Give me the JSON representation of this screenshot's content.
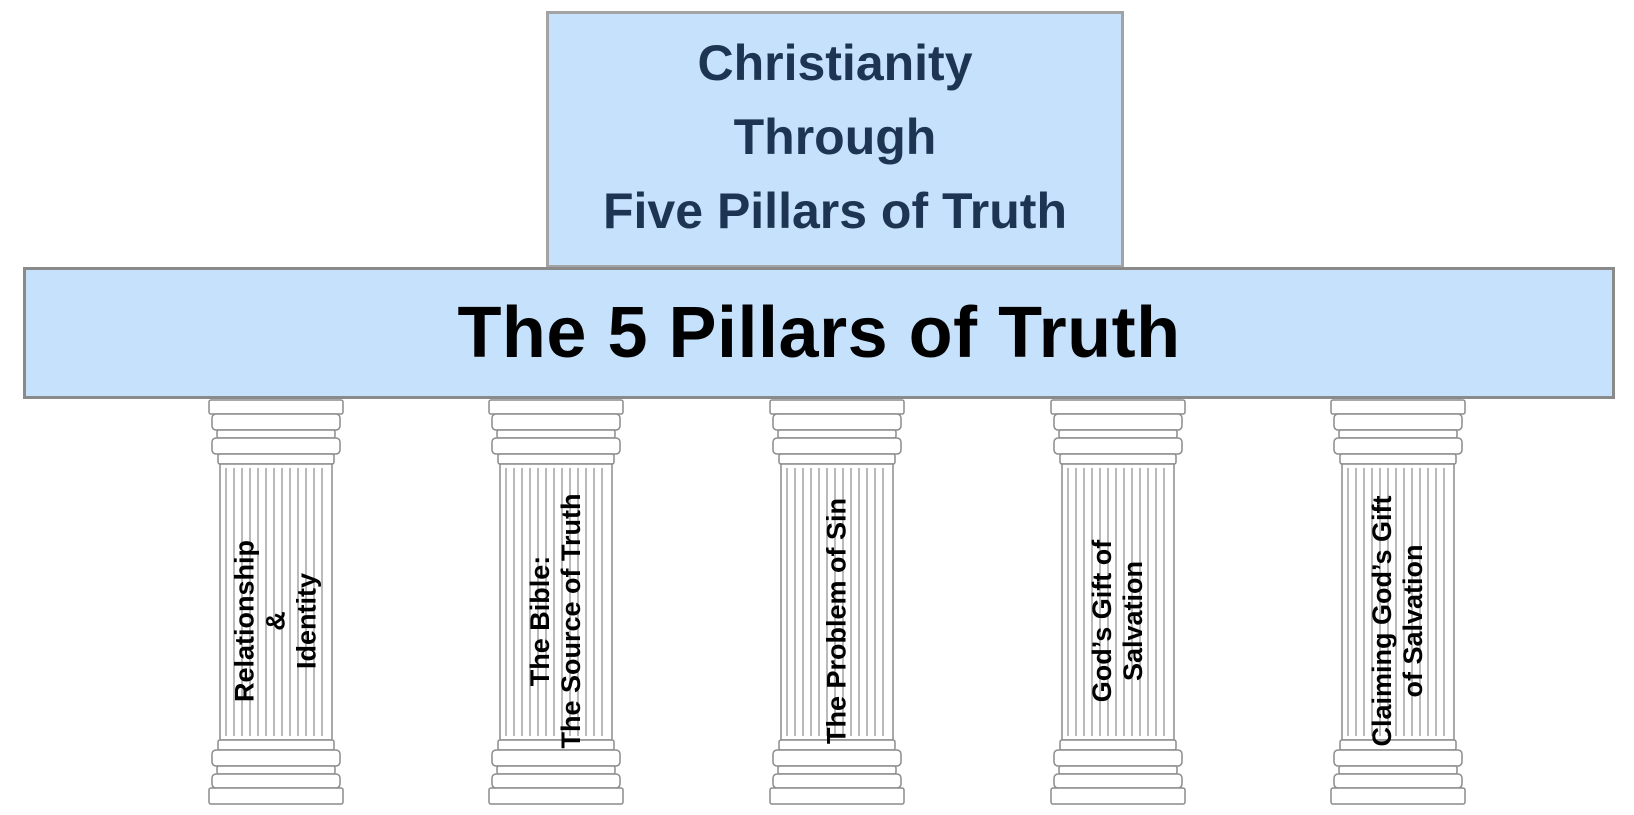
{
  "header": {
    "lines": [
      "Christianity",
      "Through",
      "Five Pillars of Truth"
    ]
  },
  "banner": {
    "title": "The 5 Pillars of Truth"
  },
  "pillars": [
    {
      "label": "Relationship\n&\nIdentity"
    },
    {
      "label": "The Bible:\nThe Source of Truth"
    },
    {
      "label": "The Problem of Sin"
    },
    {
      "label": "God’s Gift of\nSalvation"
    },
    {
      "label": "Claiming God’s Gift\nof Salvation"
    }
  ],
  "colors": {
    "box_fill": "#c5e1fc",
    "header_text": "#1d3552",
    "banner_text": "#000000",
    "pillar_stroke": "#8c8c8c"
  }
}
